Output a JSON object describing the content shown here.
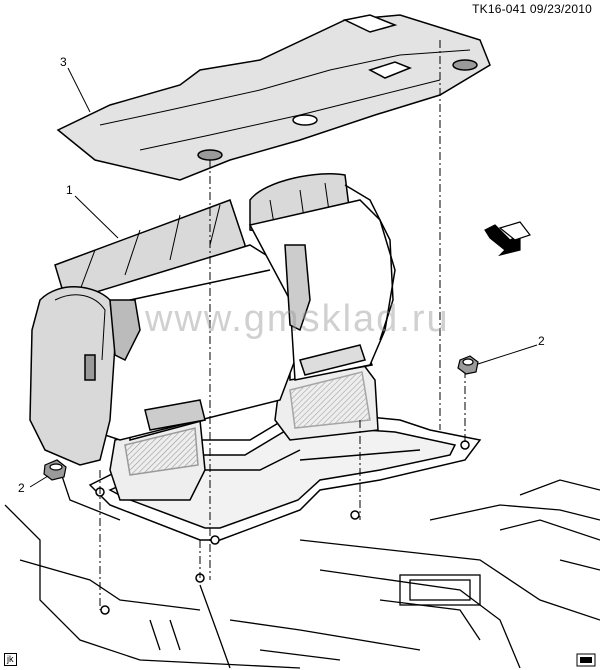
{
  "header": {
    "code": "TK16-041  09/23/2010"
  },
  "callouts": [
    {
      "id": "callout-1",
      "label": "1"
    },
    {
      "id": "callout-2-right",
      "label": "2"
    },
    {
      "id": "callout-2-left",
      "label": "2"
    },
    {
      "id": "callout-3",
      "label": "3"
    }
  ],
  "watermark": "www.gmsklad.ru",
  "corner_tag": "jk",
  "icons": {
    "front_arrow": "front-direction-arrow-icon",
    "logo": "gm-logo-icon"
  },
  "colors": {
    "line": "#000000",
    "shade": "#d9d9d9",
    "dark_shade": "#9a9a9a"
  }
}
